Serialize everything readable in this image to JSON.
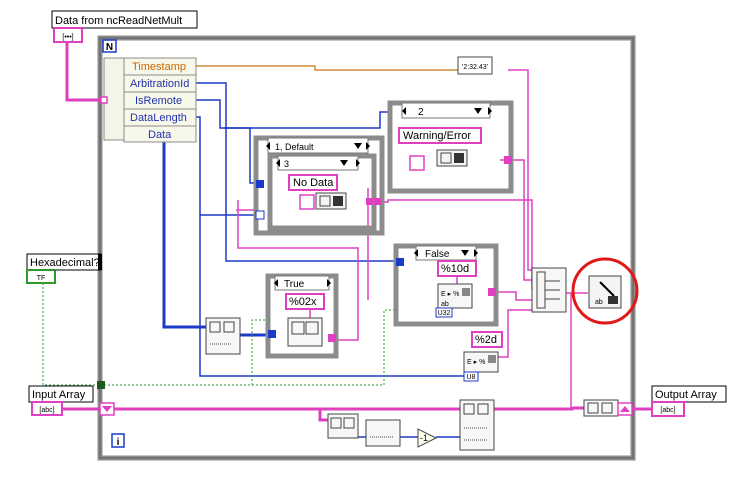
{
  "controls": {
    "input_cluster_label": "Data from ncReadNetMult",
    "input_cluster_glyph": "[•••]",
    "hexadecimal_label": "Hexadecimal?",
    "hexadecimal_glyph": "TF",
    "input_array_label": "Input Array",
    "input_array_glyph": "[abc]",
    "output_array_label": "Output Array",
    "output_array_glyph": "[abc]"
  },
  "for_loop": {
    "count_terminal": "N",
    "iteration_terminal": "i"
  },
  "unbundle": {
    "fields": [
      "Timestamp",
      "ArbitrationId",
      "IsRemote",
      "DataLength",
      "Data"
    ]
  },
  "timestamp_format": "'2:32.43'",
  "case_structures": {
    "outer_selector": "1, Default",
    "inner_selector": "3",
    "inner_constant": "No Data",
    "right_selector": "2",
    "right_constant": "Warning/Error",
    "hex_selector": "True",
    "hex_format": "%02x",
    "remote_selector": "False",
    "remote_format": "%10d"
  },
  "format_constants": {
    "length_format": "%2d",
    "u32_tag": "U32",
    "u8_tag": "U8"
  },
  "numeric_constants": {
    "minus_one": "-1"
  },
  "highlight": {
    "color": "#e01818"
  },
  "colors": {
    "string_wire": "#e040c0",
    "numeric_wire": "#1c3ac8",
    "timestamp_wire": "#d08a3a",
    "boolean_wire": "#2e9a2e",
    "structure_frame": "#8c8c8c"
  }
}
